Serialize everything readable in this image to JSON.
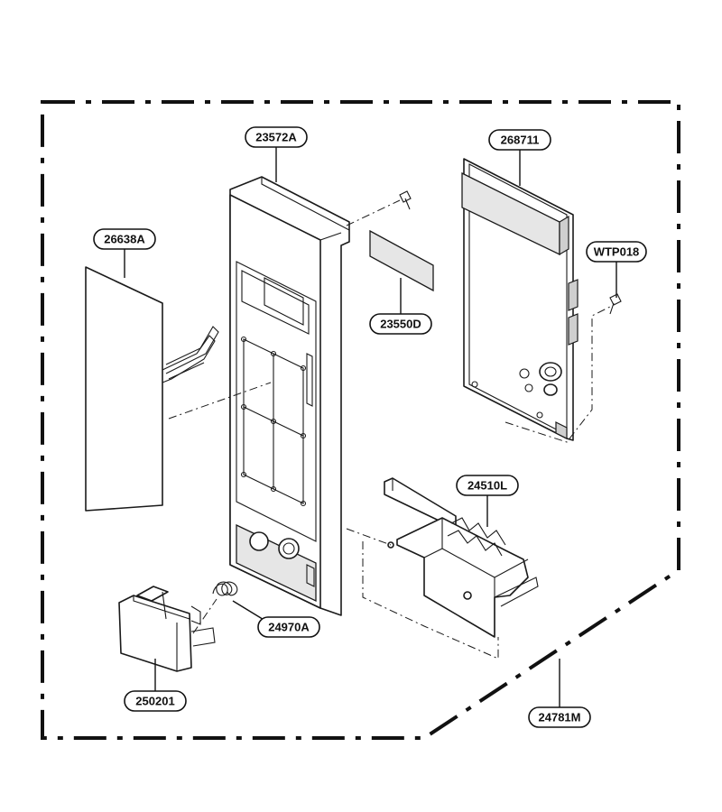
{
  "callouts": {
    "p23572A": "23572A",
    "p268711": "268711",
    "p26638A": "26638A",
    "pWTP018": "WTP018",
    "p23550D": "23550D",
    "p24510L": "24510L",
    "p24970A": "24970A",
    "p250201": "250201",
    "p24781M": "24781M"
  },
  "colors": {
    "line": "#111111",
    "background": "#ffffff"
  }
}
